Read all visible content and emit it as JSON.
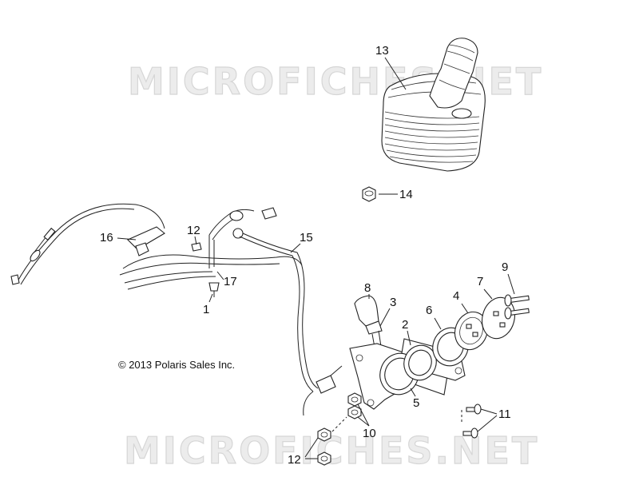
{
  "watermark_top": "MICROFICHES.NET",
  "watermark_bottom": "MICROFICHES.NET",
  "copyright": "© 2013 Polaris Sales Inc.",
  "callouts": {
    "c1": "1",
    "c2": "2",
    "c3": "3",
    "c4": "4",
    "c5": "5",
    "c6": "6",
    "c7": "7",
    "c8": "8",
    "c9": "9",
    "c10": "10",
    "c11": "11",
    "c12a": "12",
    "c12b": "12",
    "c13": "13",
    "c14": "14",
    "c15": "15",
    "c16": "16",
    "c17": "17"
  }
}
